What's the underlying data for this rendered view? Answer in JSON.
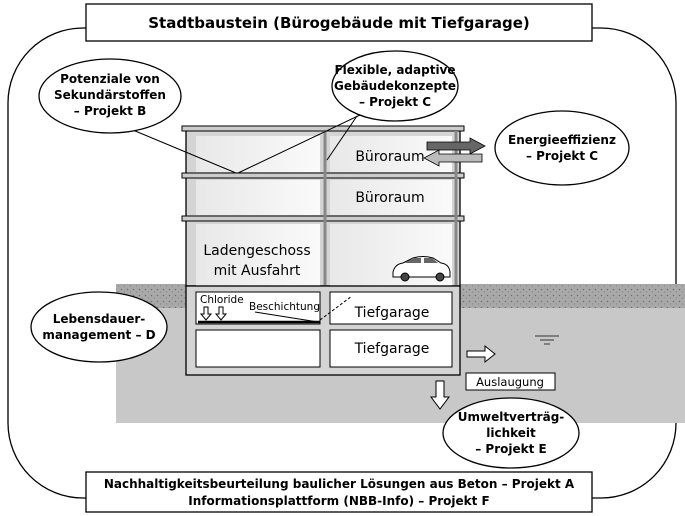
{
  "title": "Stadtbaustein (Bürogebäude mit Tiefgarage)",
  "footer": {
    "line1": "Nachhaltigkeitsbeurteilung baulicher Lösungen aus Beton – Projekt A",
    "line2": "Informationsplattform (NBB-Info) – Projekt F"
  },
  "bubbles": {
    "potenziale": {
      "line1": "Potenziale von",
      "line2": "Sekundärstoffen",
      "line3": "– Projekt B"
    },
    "flexible": {
      "line1": "Flexible, adaptive",
      "line2": "Gebäudekonzepte",
      "line3": "– Projekt C"
    },
    "energie": {
      "line1": "Energieeffizienz",
      "line2": "– Projekt C"
    },
    "lebensdauer": {
      "line1": "Lebensdauer-",
      "line2": "management – D"
    },
    "umwelt": {
      "line1": "Umweltverträg-",
      "line2": "lichkeit",
      "line3": "– Projekt E"
    }
  },
  "rooms": {
    "buero1": "Büroraum",
    "buero2": "Büroraum",
    "laden1": "Ladengeschoss",
    "laden2": "mit Ausfahrt",
    "tief1": "Tiefgarage",
    "tief2": "Tiefgarage"
  },
  "labels": {
    "chloride": "Chloride",
    "beschichtung": "Beschichtung",
    "auslaugung": "Auslaugung"
  }
}
